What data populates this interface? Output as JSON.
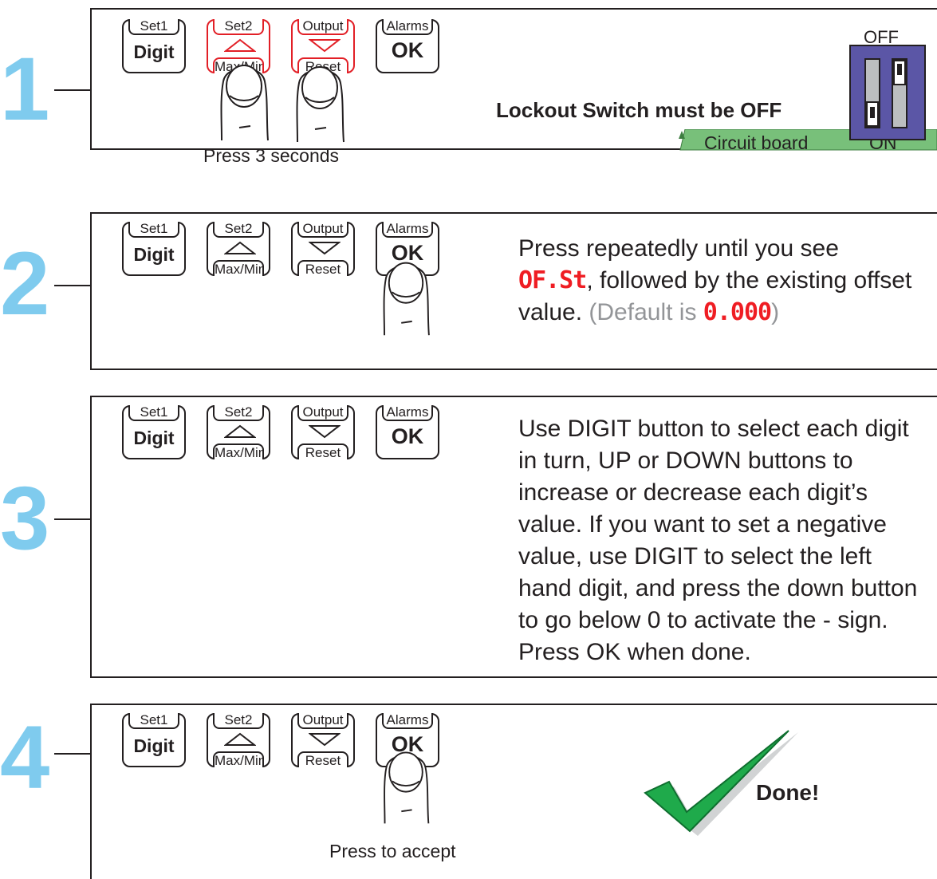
{
  "keys": {
    "set1": "Set1",
    "digit": "Digit",
    "set2": "Set2",
    "maxmin": "Max/Min",
    "output": "Output",
    "reset": "Reset",
    "alarms": "Alarms",
    "ok": "OK"
  },
  "step1": {
    "number": "1",
    "caption": "Press 3 seconds",
    "lockout": "Lockout Switch must be OFF",
    "off_label": "OFF",
    "circuit_label": "Circuit board",
    "on_label": "ON"
  },
  "step2": {
    "number": "2",
    "line1": "Press repeatedly until you see",
    "code": "OF.St",
    "line2_rest": ", followed by the existing offset",
    "line3_value": "value.",
    "default_prefix": "(Default is ",
    "default_value": "0.000",
    "default_suffix": ")"
  },
  "step3": {
    "number": "3",
    "lines": [
      "Use DIGIT button to select each digit",
      "in turn, UP or DOWN buttons to",
      "increase or decrease each digit’s",
      "value. If you want to set a negative",
      "value, use DIGIT to select the left",
      "hand digit, and press the down button",
      "to go below 0 to activate the - sign.",
      "Press OK when done."
    ]
  },
  "step4": {
    "number": "4",
    "caption": "Press to accept",
    "done": "Done!"
  },
  "colors": {
    "step_number": "#7fcbee",
    "highlight": "#e21f26",
    "led": "#ef1d23",
    "switch_body": "#5b56a6",
    "circuit_board": "#78c07a",
    "check": "#1faa4b"
  }
}
